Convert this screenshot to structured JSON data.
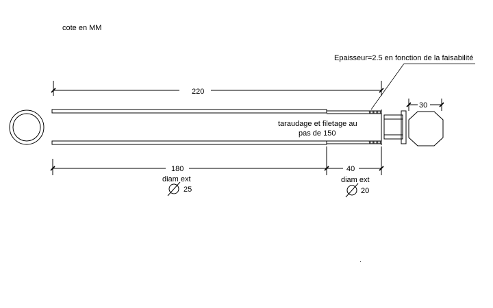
{
  "drawing": {
    "unit_note": "cote en MM",
    "thickness_note": "Epaisseur=2.5  en fonction de la faisabilité",
    "thread_note_line1": "taraudage et filetage  au",
    "thread_note_line2": "pas de 150",
    "dimensions": {
      "total_length": "220",
      "tube_length": "180",
      "end_length": "40",
      "cap_width": "30"
    },
    "tube_diameter": {
      "label": "diam ext",
      "value": "25"
    },
    "end_diameter": {
      "label": "diam ext",
      "value": "20"
    }
  }
}
